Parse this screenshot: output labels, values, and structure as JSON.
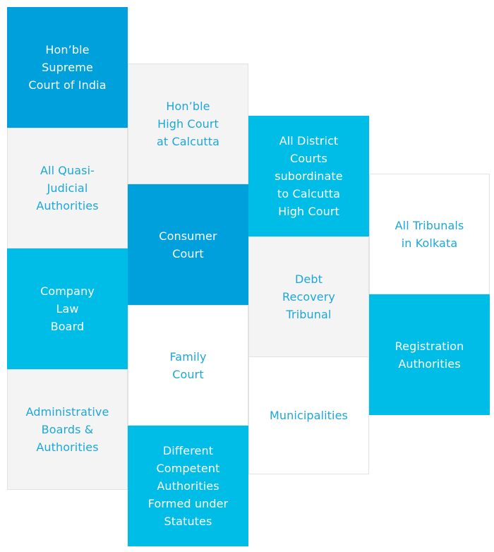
{
  "tiles": {
    "supreme_court": "Hon’ble\nSupreme\nCourt of India",
    "quasi_judicial": "All Quasi-\nJudicial\nAuthorities",
    "company_law_board": "Company\nLaw\nBoard",
    "administrative_boards": "Administrative\nBoards &\nAuthorities",
    "high_court": "Hon’ble\nHigh Court\nat Calcutta",
    "consumer_court": "Consumer\nCourt",
    "family_court": "Family\nCourt",
    "competent_authorities": "Different\nCompetent\nAuthorities\nFormed under\nStatutes",
    "district_courts": "All District Courts\nsubordinate\nto Calcutta\nHigh Court",
    "debt_recovery": "Debt\nRecovery\nTribunal",
    "municipalities": "Municipalities",
    "tribunals_kolkata": "All Tribunals\nin Kolkata",
    "registration_authorities": "Registration\nAuthorities"
  },
  "colors": {
    "blue": "#00a0dc",
    "cyan": "#00bde8",
    "light_gray": "#f4f4f4",
    "text_blue": "#1da7d9"
  }
}
